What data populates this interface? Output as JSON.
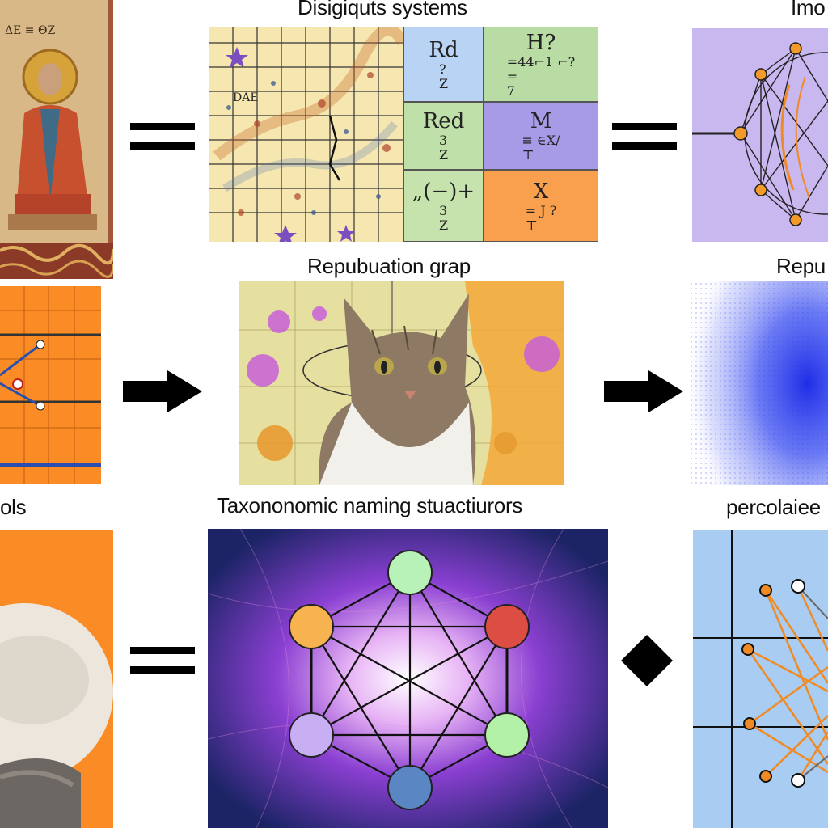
{
  "titles": {
    "row1_center": "Disigiquts systems",
    "row1_right": "Imo",
    "row2_center": "Repubuation grap",
    "row2_right": "Repu",
    "row3_left": "ols",
    "row3_center": "Taxononomic naming stuactiurors",
    "row3_right": "percolaiee"
  },
  "icon_text": {
    "label": "ΔΕ  ≡ ΘΖ",
    "scribble": "DAE"
  },
  "grid_cells": [
    {
      "main": "Rd",
      "sub": "?\nZ",
      "color": "#b9d3f5"
    },
    {
      "main": "H?",
      "sub": "=44⌐1 ⌐?\n=\n7",
      "color": "#b9dca4"
    },
    {
      "main": "Red",
      "sub": "3\nZ",
      "color": "#bfe0a8"
    },
    {
      "main": "M",
      "sub": "≡ ∈X/\n⊤",
      "color": "#a79be8"
    },
    {
      "main": "„(−)+",
      "sub": "3\nZ",
      "color": "#c6e3ad"
    },
    {
      "main": "X",
      "sub": "= J ?\n⊤",
      "color": "#f9a04e"
    }
  ],
  "colors": {
    "orange": "#fb8b24",
    "lavender": "#c9b8f0",
    "light_blue": "#a9ccf2",
    "parchment": "#f6e7b0"
  }
}
